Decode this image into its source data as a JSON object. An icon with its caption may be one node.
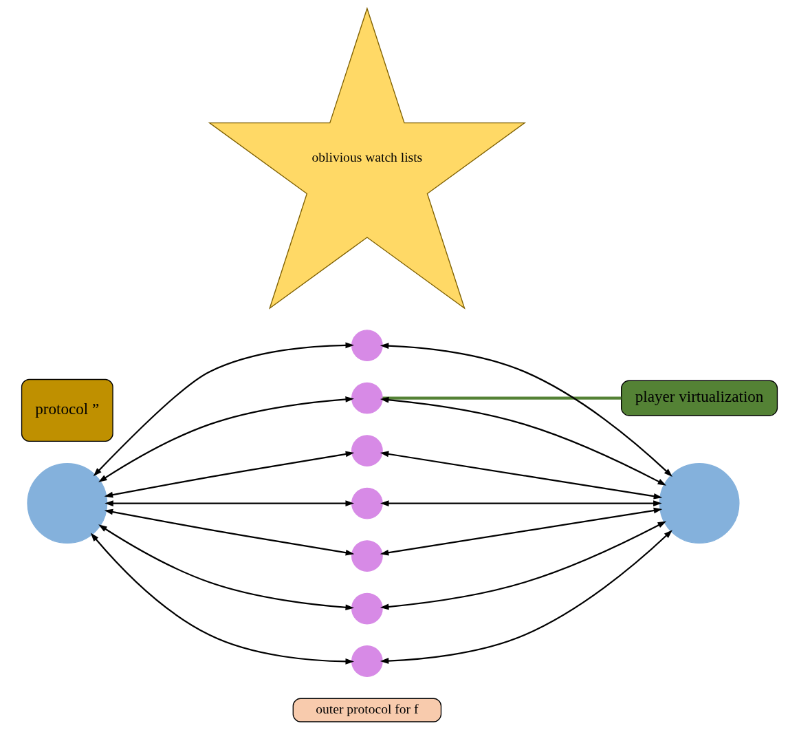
{
  "diagram": {
    "nodes": [
      {
        "text": [
          "oblivious watch lists"
        ]
      },
      {
        "text": [
          "player virtualization"
        ]
      },
      {
        "text": [],
        "shape": "circle"
      },
      {
        "text": [],
        "shape": "circle"
      },
      {
        "text": [],
        "shape": "circle"
      },
      {
        "text": [],
        "shape": "circle"
      },
      {
        "text": [],
        "shape": "circle"
      },
      {
        "text": [],
        "shape": "circle"
      },
      {
        "text": [],
        "shape": "circle"
      },
      {
        "text": [],
        "shape": "circle"
      },
      {
        "text": [],
        "shape": "circle"
      },
      {
        "text": [
          "protocol ”"
        ]
      },
      {
        "text": [
          "outer protocol for f"
        ]
      }
    ],
    "edges": [
      {
        "from": 1,
        "to": 3,
        "arrow": "none",
        "style": "thick",
        "color": "#548235"
      },
      {
        "from": 9,
        "to": 2,
        "arrow": "both"
      },
      {
        "from": 2,
        "to": 10,
        "arrow": "both"
      },
      {
        "from": 9,
        "to": 3,
        "arrow": "both"
      },
      {
        "from": 3,
        "to": 10,
        "arrow": "both"
      },
      {
        "from": 9,
        "to": 4,
        "arrow": "both"
      },
      {
        "from": 4,
        "to": 10,
        "arrow": "both"
      },
      {
        "from": 9,
        "to": 5,
        "arrow": "both"
      },
      {
        "from": 5,
        "to": 10,
        "arrow": "both"
      },
      {
        "from": 9,
        "to": 6,
        "arrow": "both"
      },
      {
        "from": 6,
        "to": 10,
        "arrow": "both"
      },
      {
        "from": 9,
        "to": 7,
        "arrow": "both"
      },
      {
        "from": 7,
        "to": 10,
        "arrow": "both"
      },
      {
        "from": 9,
        "to": 8,
        "arrow": "both"
      },
      {
        "from": 8,
        "to": 10,
        "arrow": "both"
      }
    ]
  }
}
